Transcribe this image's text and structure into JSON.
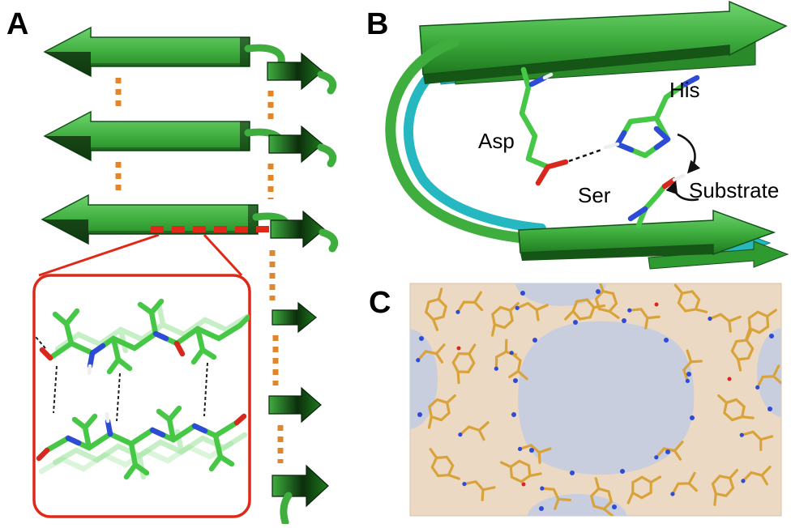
{
  "figure": {
    "panels": {
      "a": {
        "label": "A"
      },
      "b": {
        "label": "B",
        "annotations": {
          "asp": "Asp",
          "his": "His",
          "ser": "Ser",
          "substrate": "Substrate"
        }
      },
      "c": {
        "label": "C"
      }
    },
    "colors": {
      "cartoon_light": "#6fd46f",
      "cartoon_green": "#3fae3f",
      "cartoon_dark": "#1e7a1e",
      "cartoon_edge": "#14521a",
      "fragment_dark": "#0c2e0c",
      "ribbon_cyan": "#25b8c0",
      "stick_green": "#46c846",
      "stick_green_ghost": "#8fe08f",
      "nitrogen_blue": "#2e4bd6",
      "oxygen_red": "#d8281e",
      "hydrogen_white": "#efefef",
      "hbond_orange": "#e0862c",
      "highlight_red": "#e02818",
      "panel_c_tan": "#ecd9c3",
      "panel_c_lavender": "#c9cede",
      "stick_orange": "#d9a33c",
      "label_color": "#000000"
    }
  }
}
